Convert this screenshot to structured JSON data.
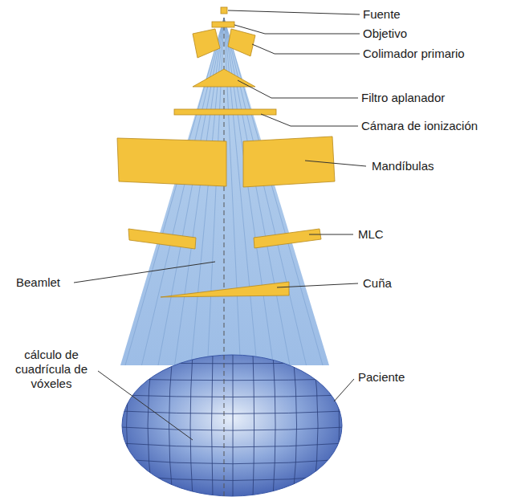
{
  "diagram": {
    "labels": [
      "Fuente",
      "Objetivo",
      "Colimador primario",
      "Filtro aplanador",
      "Cámara de ionización",
      "Mandíbulas",
      "MLC",
      "Beamlet",
      "Cuña",
      "cálculo de cuadrícula de vóxeles",
      "Paciente"
    ]
  }
}
